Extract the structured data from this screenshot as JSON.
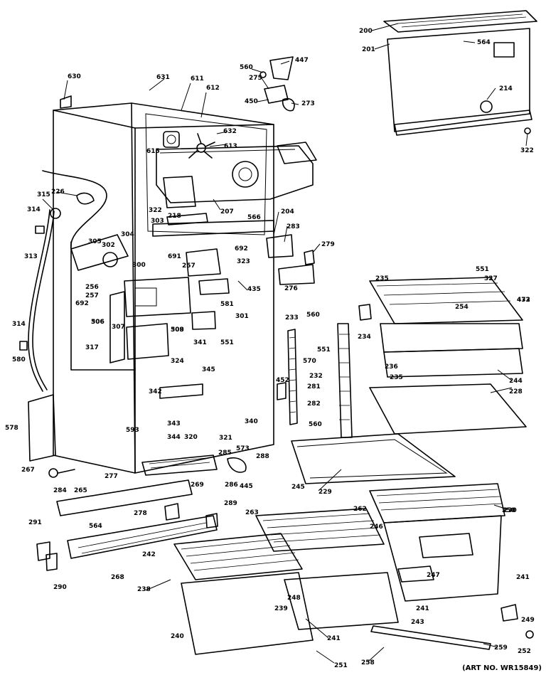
{
  "labels": [
    "200",
    "201",
    "204",
    "207",
    "214",
    "218",
    "226",
    "228",
    "229",
    "230",
    "232",
    "233",
    "234",
    "235",
    "236",
    "238",
    "239",
    "240",
    "241",
    "242",
    "243",
    "244",
    "245",
    "246",
    "247",
    "248",
    "249",
    "250",
    "251",
    "252",
    "254",
    "256",
    "257",
    "258",
    "259",
    "262",
    "263",
    "265",
    "267",
    "268",
    "269",
    "273",
    "275",
    "276",
    "277",
    "278",
    "279",
    "281",
    "282",
    "283",
    "284",
    "285",
    "286",
    "288",
    "289",
    "290",
    "291",
    "300",
    "301",
    "302",
    "303",
    "304",
    "305",
    "306",
    "307",
    "308",
    "313",
    "314",
    "315",
    "317",
    "320",
    "321",
    "322",
    "323",
    "324",
    "327",
    "340",
    "341",
    "342",
    "343",
    "344",
    "345",
    "432",
    "435",
    "445",
    "447",
    "450",
    "452",
    "473",
    "506",
    "509",
    "551",
    "560",
    "564",
    "566",
    "570",
    "573",
    "578",
    "580",
    "581",
    "593",
    "611",
    "612",
    "613",
    "615",
    "630",
    "631",
    "632",
    "691",
    "692"
  ],
  "art_number": "(ART NO. WR15849)"
}
